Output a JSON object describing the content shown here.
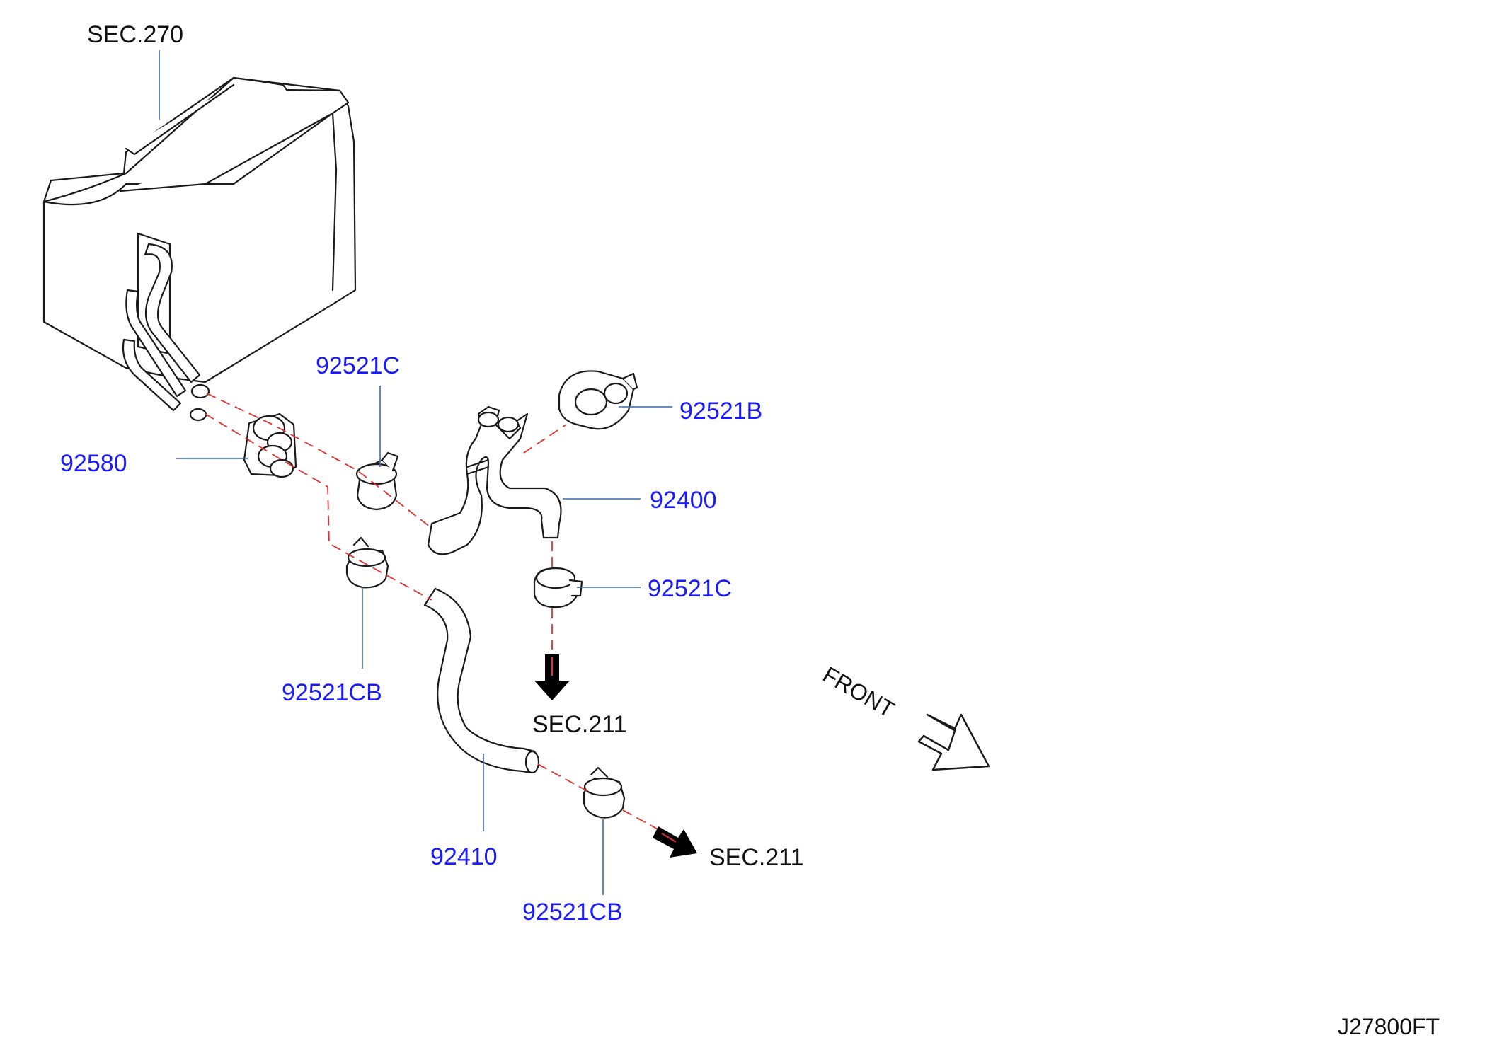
{
  "diagram": {
    "labels": {
      "sec270": "SEC.270",
      "sec211_down": "SEC.211",
      "sec211_right": "SEC.211",
      "front": "FRONT",
      "drawing_code": "J27800FT"
    },
    "parts": {
      "p92521C_top": "92521C",
      "p92521B": "92521B",
      "p92580": "92580",
      "p92400": "92400",
      "p92521C_right": "92521C",
      "p92521CB_left": "92521CB",
      "p92410": "92410",
      "p92521CB_bottom": "92521CB"
    },
    "colors": {
      "part_number": "#1a1aff",
      "leader_line": "#3a6aa8",
      "dashed_connection": "#e53030",
      "line_art": "#1a1a1a"
    }
  }
}
